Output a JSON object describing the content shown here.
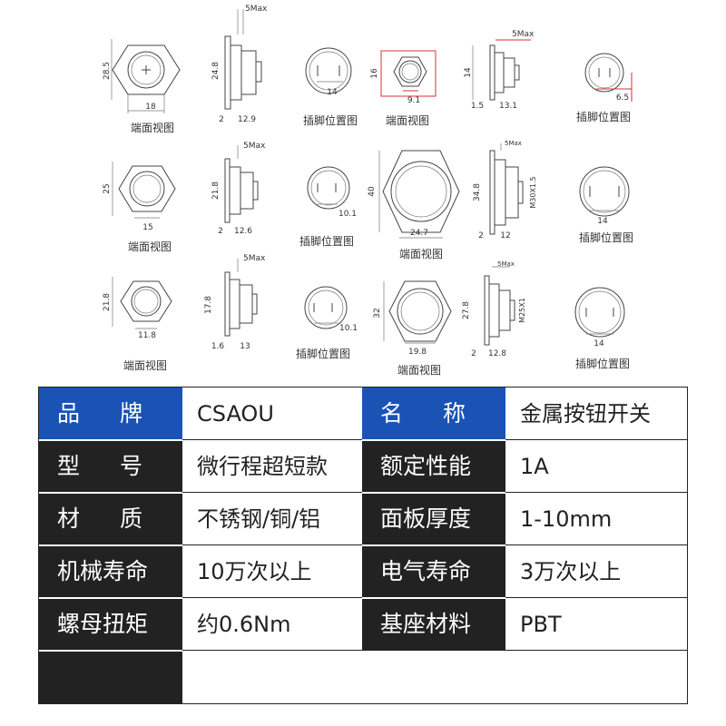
{
  "drawings": {
    "caption_end": "端面视图",
    "caption_pin": "插脚位置图",
    "groups": [
      {
        "end": {
          "h": "28.5",
          "w": "18"
        },
        "side": {
          "top": "5Max",
          "h": "24.8",
          "a": "2",
          "b": "12.9"
        },
        "pin": {
          "w": "14"
        }
      },
      {
        "end": {
          "h": "16",
          "w": "9.1"
        },
        "side": {
          "top": "5Max",
          "h": "14",
          "a": "1.5",
          "b": "13.1"
        },
        "pin": {
          "w": "6.5"
        }
      },
      {
        "end": {
          "h": "25",
          "w": "15"
        },
        "side": {
          "top": "5Max",
          "h": "21.8",
          "a": "2",
          "b": "12.6"
        },
        "pin": {
          "w": "10.1"
        }
      },
      {
        "end": {
          "h": "40",
          "w": "24.7"
        },
        "side": {
          "top": "5Max",
          "h": "34.8",
          "a": "2",
          "b": "12",
          "thread": "M30X1.5"
        },
        "pin": {
          "w": "14"
        }
      },
      {
        "end": {
          "h": "21.8",
          "w": "11.8"
        },
        "side": {
          "top": "5Max",
          "h": "17.8",
          "a": "1.6",
          "b": "13"
        },
        "pin": {
          "w": "10.1"
        }
      },
      {
        "end": {
          "h": "32",
          "w": "19.8"
        },
        "side": {
          "top": "5Max",
          "h": "27.8",
          "a": "2",
          "b": "12.8",
          "thread": "M25X1"
        },
        "pin": {
          "w": "14"
        }
      }
    ]
  },
  "spec": {
    "rows": [
      {
        "l1": "品牌",
        "v1": "CSAOU",
        "l2": "名称",
        "v2": "金属按钮开关"
      },
      {
        "l1": "型号",
        "v1": "微行程超短款",
        "l2": "额定性能",
        "v2": "1A"
      },
      {
        "l1": "材质",
        "v1": "不锈钢/铜/铝",
        "l2": "面板厚度",
        "v2": "1-10mm"
      },
      {
        "l1": "机械寿命",
        "v1": "10万次以上",
        "l2": "电气寿命",
        "v2": "3万次以上"
      },
      {
        "l1": "螺母扭矩",
        "v1": "约0.6Nm",
        "l2": "基座材料",
        "v2": "PBT"
      },
      {
        "l1": "",
        "v1": "",
        "l2": "",
        "v2": ""
      }
    ]
  }
}
